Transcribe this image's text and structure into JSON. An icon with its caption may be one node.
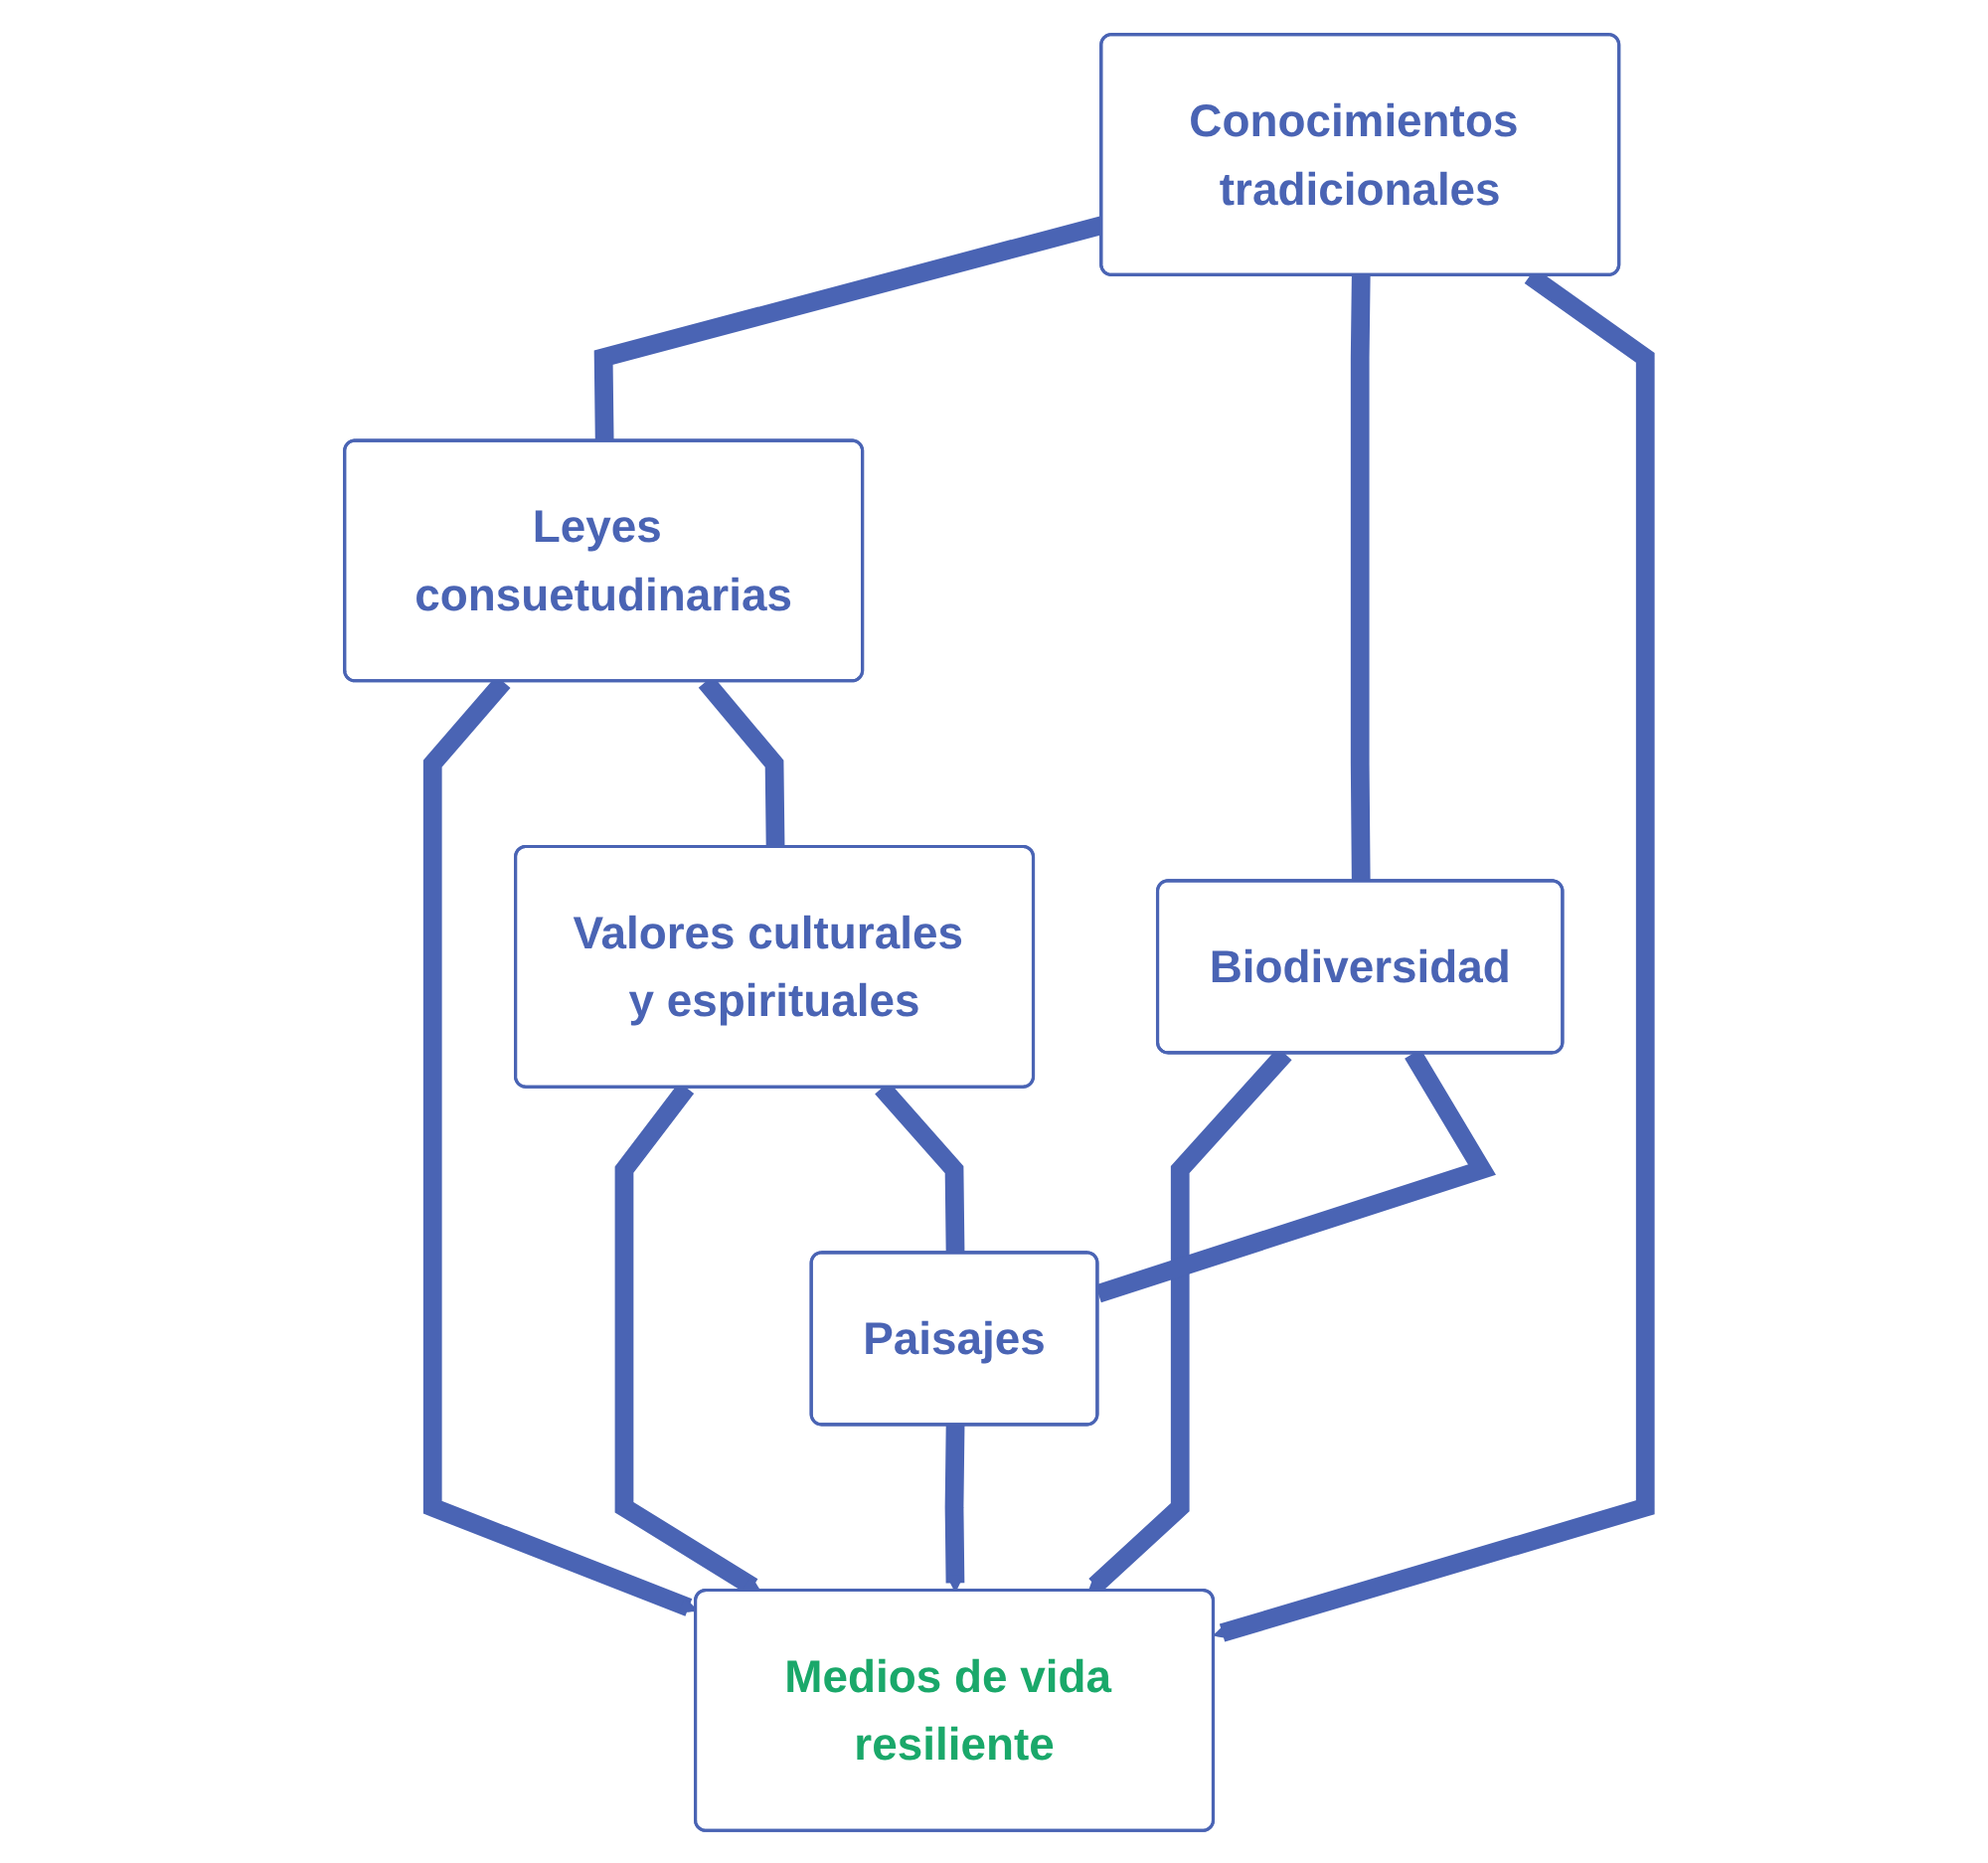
{
  "diagram": {
    "nodes": [
      {
        "text": [
          "Conocimientos tradicionales"
        ]
      },
      {
        "text": [
          "Leyes consuetudinarias"
        ]
      },
      {
        "text": [
          "Medios de vida resiliente"
        ]
      },
      {
        "text": [
          "Biodiversidad"
        ]
      },
      {
        "text": [
          "Valores culturales y espirituales"
        ]
      },
      {
        "text": [
          "Paisajes"
        ]
      }
    ],
    "edges": [
      {
        "from": 0,
        "to": 1,
        "arrow": "none"
      },
      {
        "from": 0,
        "to": 3,
        "arrow": "none"
      },
      {
        "from": 0,
        "to": 2,
        "arrow": "to"
      },
      {
        "from": 1,
        "to": 2,
        "arrow": "to"
      },
      {
        "from": 3,
        "to": 2,
        "arrow": "to"
      },
      {
        "from": 1,
        "to": 4,
        "arrow": "none"
      },
      {
        "from": 3,
        "to": 5,
        "arrow": "none"
      },
      {
        "from": 4,
        "to": 2,
        "arrow": "to"
      },
      {
        "from": 5,
        "to": 2,
        "arrow": "to"
      },
      {
        "from": 4,
        "to": 5,
        "arrow": "none"
      }
    ]
  }
}
